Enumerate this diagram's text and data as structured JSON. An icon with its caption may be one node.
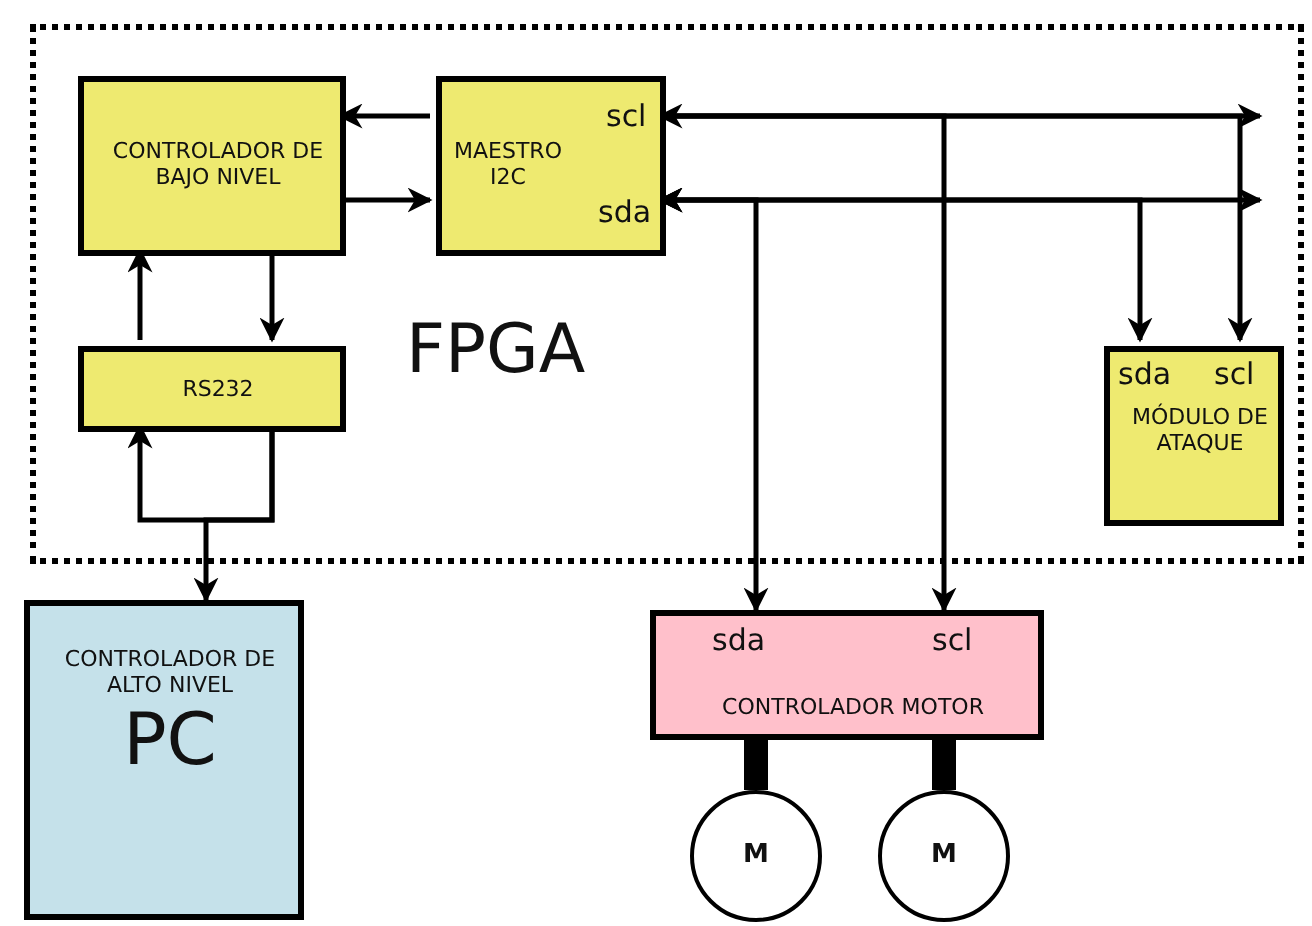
{
  "diagram": {
    "nodes": [
      {
        "text": [
          "FPGA"
        ]
      },
      {
        "text": [
          "CONTROLADOR DE BAJO NIVEL"
        ],
        "in": 0
      },
      {
        "text": [
          "MAESTRO I2C",
          "scl",
          "sda"
        ],
        "in": 0
      },
      {
        "text": [
          "RS232"
        ],
        "in": 0
      },
      {
        "text": [
          "sda",
          "scl",
          "MÓDULO DE ATAQUE"
        ],
        "in": 0
      },
      {
        "text": [
          "CONTROLADOR DE ALTO NIVEL",
          "PC"
        ]
      },
      {
        "text": [
          "sda",
          "scl",
          "CONTROLADOR MOTOR"
        ]
      },
      {
        "text": [
          "M"
        ]
      },
      {
        "text": [
          "M"
        ]
      }
    ],
    "edges": [
      {
        "from": 2,
        "to": 1,
        "arrow": "to"
      },
      {
        "from": 1,
        "to": 2,
        "arrow": "to"
      },
      {
        "from": 1,
        "to": 3,
        "arrow": "to"
      },
      {
        "from": 3,
        "to": 1,
        "arrow": "to"
      },
      {
        "from": 3,
        "to": 3,
        "arrow": "to"
      },
      {
        "from": 3,
        "to": 5,
        "arrow": "to"
      },
      {
        "from": 2,
        "to": null,
        "arrow": "to"
      },
      {
        "from": 2,
        "to": null,
        "arrow": "both"
      },
      {
        "from": 4,
        "to": 2,
        "arrow": "both"
      },
      {
        "from": 4,
        "to": 2,
        "arrow": "both"
      },
      {
        "from": 6,
        "to": 2,
        "arrow": "both"
      },
      {
        "from": 2,
        "to": 6,
        "arrow": "to"
      },
      {
        "from": 6,
        "to": 7,
        "arrow": "none",
        "style": "thick"
      },
      {
        "from": 6,
        "to": 8,
        "arrow": "none",
        "style": "thick"
      }
    ]
  }
}
